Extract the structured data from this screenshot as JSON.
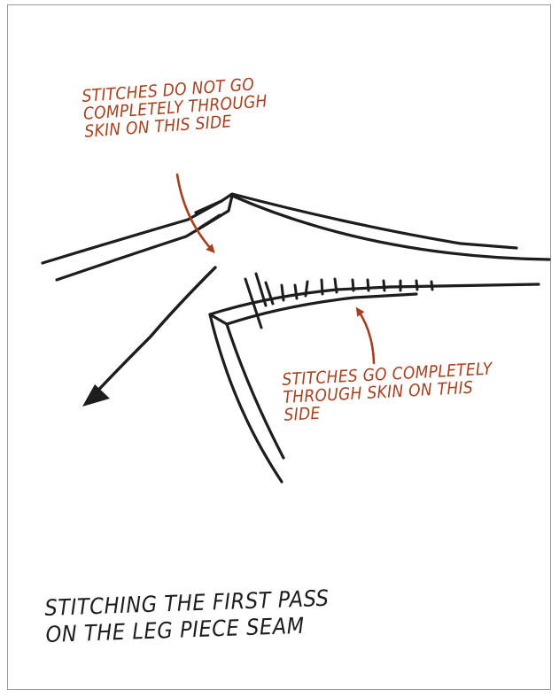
{
  "colors": {
    "annotation": "#a5401f",
    "ink": "#1d1d1d",
    "frame": "#9a9a9a"
  },
  "callouts": {
    "top": [
      "STITCHES DO NOT GO",
      "COMPLETELY THROUGH",
      "SKIN ON THIS SIDE"
    ],
    "bottom": [
      "STITCHES GO COMPLETELY",
      "THROUGH SKIN ON THIS",
      "SIDE"
    ]
  },
  "caption": [
    "STITCHING THE FIRST PASS",
    "ON THE LEG PIECE SEAM"
  ]
}
